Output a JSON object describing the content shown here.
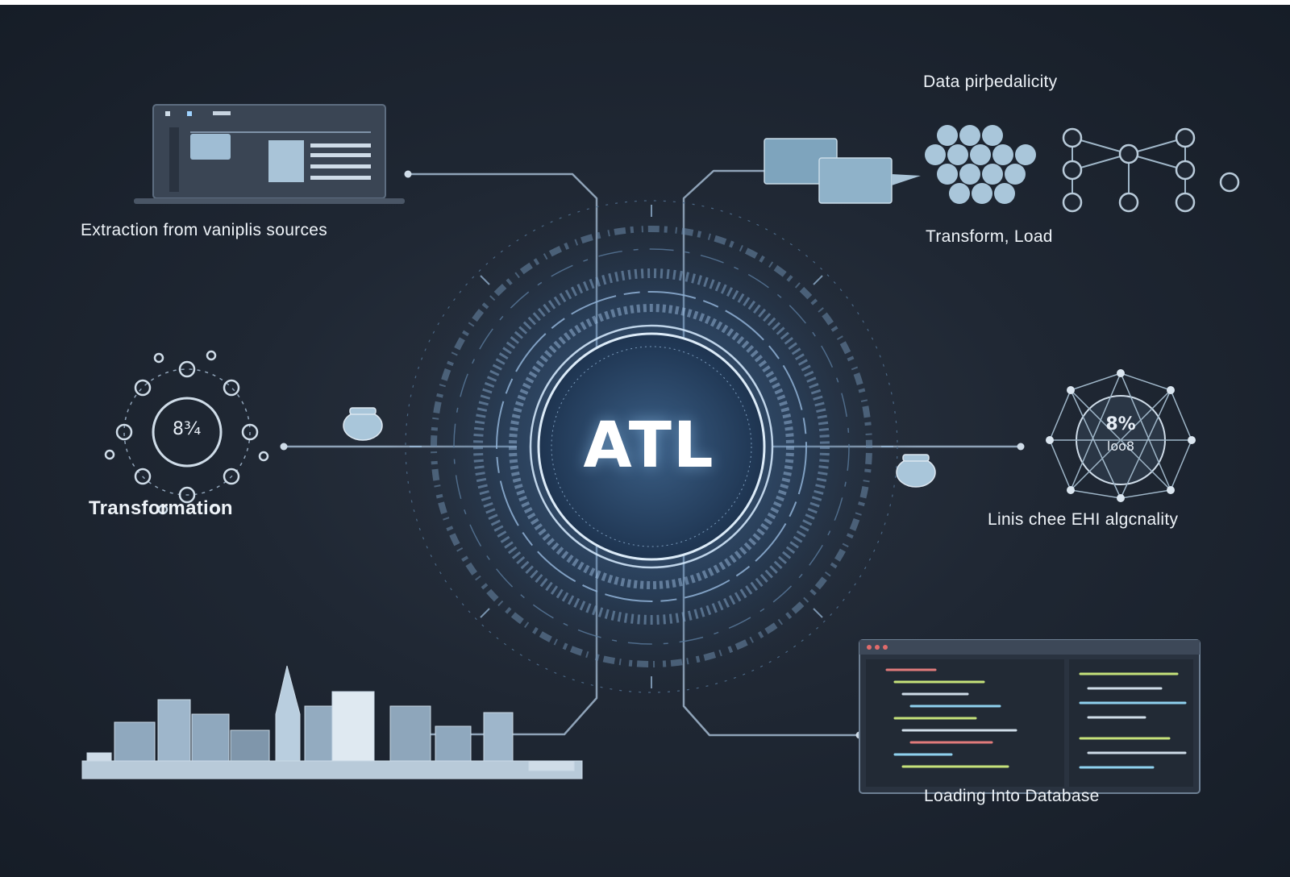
{
  "center": {
    "title": "ATL"
  },
  "nodes": {
    "extraction": {
      "label": "Extraction from vaniplis sources"
    },
    "data_quality": {
      "label": "Data pirþedalicity"
    },
    "transform_load": {
      "label": "Transform, Load"
    },
    "transformation": {
      "label": "Transformation",
      "badge": "8¾"
    },
    "functionality": {
      "label": "Linis chee EHI algcnality",
      "value": "8%",
      "unit": "loo8"
    },
    "loading": {
      "label": "Loading Into Database"
    }
  },
  "colors": {
    "background": "#1c2430",
    "line": "#8fa3b8",
    "glow": "#6fb4ff",
    "icon": "#a9c6da",
    "text": "#eef3f8"
  }
}
